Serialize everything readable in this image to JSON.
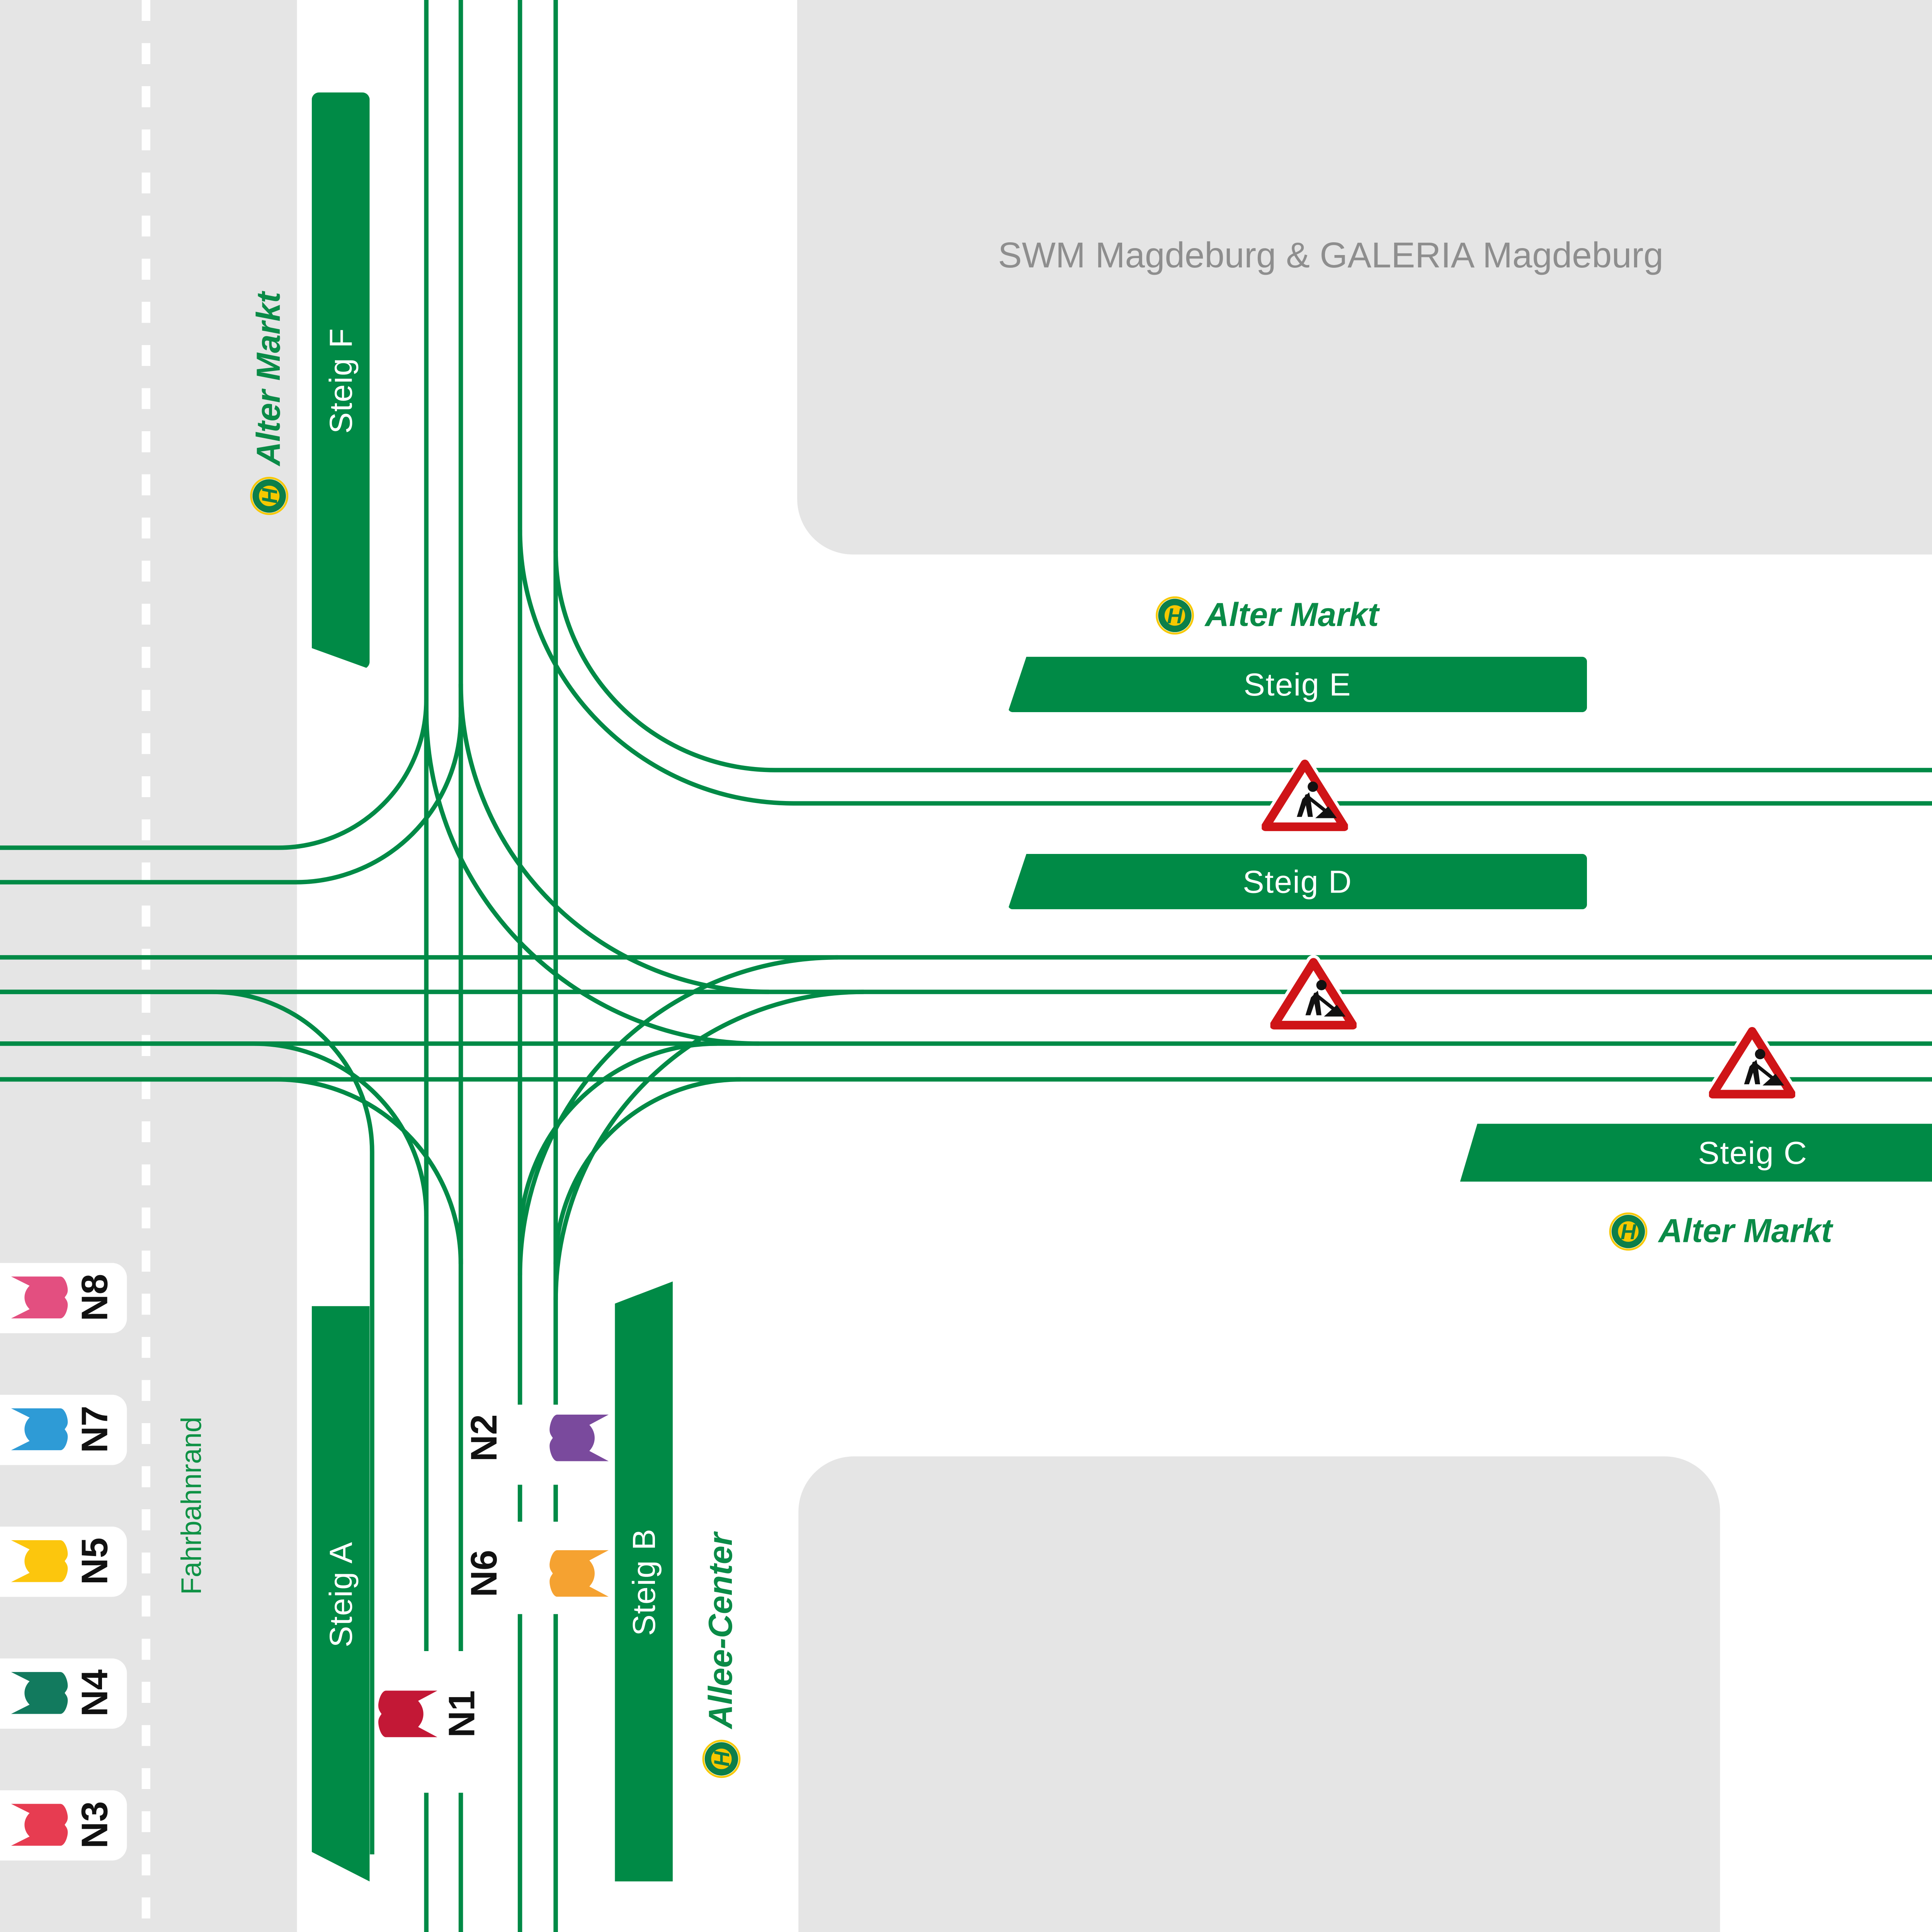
{
  "buildings": {
    "swm": {
      "label": "SWM Magdeburg & GALERIA Magdeburg"
    }
  },
  "road": {
    "edge_label": "Fahrbahnrand"
  },
  "halt": {
    "letter": "H"
  },
  "stops": {
    "alter_markt": "Alter Markt",
    "allee_center": "Allee-Center"
  },
  "platforms": {
    "a": "Steig A",
    "b": "Steig B",
    "c": "Steig C",
    "d": "Steig D",
    "e": "Steig E",
    "f": "Steig F"
  },
  "night_lines": {
    "legend": [
      {
        "id": "N8",
        "color": "#e34f80"
      },
      {
        "id": "N7",
        "color": "#2e9bd6"
      },
      {
        "id": "N5",
        "color": "#fcc60d"
      },
      {
        "id": "N4",
        "color": "#127a5e"
      },
      {
        "id": "N3",
        "color": "#e73c51"
      }
    ],
    "on_map": [
      {
        "id": "N2",
        "color": "#7a4a9d"
      },
      {
        "id": "N6",
        "color": "#f5a231"
      },
      {
        "id": "N1",
        "color": "#c31836"
      }
    ]
  },
  "colors": {
    "track_green": "#008a46",
    "platform_green": "#008a46",
    "stop_text_green": "#0a8b47",
    "roadside_green": "#0f9245",
    "building_gray": "#e5e5e5",
    "building_label_gray": "#8e8e8e",
    "halt_yellow": "#f6c800",
    "halt_green": "#0c7f49",
    "construction_red": "#cf1417"
  }
}
